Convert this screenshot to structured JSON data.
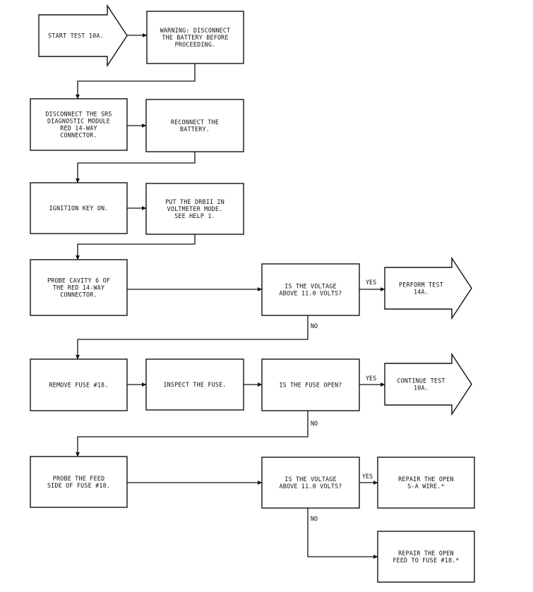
{
  "diagram": {
    "nodes": {
      "start": {
        "shape": "arrow",
        "lines": [
          "START TEST 10A."
        ]
      },
      "warning": {
        "shape": "box",
        "lines": [
          "WARNING:  DISCONNECT",
          "THE BATTERY BEFORE",
          "PROCEEDING."
        ]
      },
      "disconnect": {
        "shape": "box",
        "lines": [
          "DISCONNECT THE SRS",
          "DIAGNOSTIC MODULE",
          "RED 14-WAY",
          "CONNECTOR."
        ]
      },
      "reconnect": {
        "shape": "box",
        "lines": [
          "RECONNECT THE",
          "BATTERY."
        ]
      },
      "ignition": {
        "shape": "box",
        "lines": [
          "IGNITION KEY ON."
        ]
      },
      "drbii": {
        "shape": "box",
        "lines": [
          "PUT THE DRBII IN",
          "VOLTMETER MODE.",
          "SEE HELP 1."
        ]
      },
      "probe6": {
        "shape": "box",
        "lines": [
          "PROBE CAVITY 6 OF",
          "THE RED 14-WAY",
          "CONNECTOR."
        ]
      },
      "q_volt1": {
        "shape": "box",
        "lines": [
          "IS THE VOLTAGE",
          "ABOVE 11.0 VOLTS?"
        ]
      },
      "test14a": {
        "shape": "arrow",
        "lines": [
          "PERFORM TEST",
          "14A."
        ]
      },
      "remove_fuse": {
        "shape": "box",
        "lines": [
          "REMOVE FUSE #18."
        ]
      },
      "inspect": {
        "shape": "box",
        "lines": [
          "INSPECT THE FUSE."
        ]
      },
      "q_fuse": {
        "shape": "box",
        "lines": [
          "IS THE FUSE OPEN?"
        ]
      },
      "continue10a": {
        "shape": "arrow",
        "lines": [
          "CONTINUE TEST",
          "10A."
        ]
      },
      "probe_feed": {
        "shape": "box",
        "lines": [
          "PROBE THE FEED",
          "SIDE OF FUSE #18."
        ]
      },
      "q_volt2": {
        "shape": "box",
        "lines": [
          "IS THE VOLTAGE",
          "ABOVE 11.0 VOLTS?"
        ]
      },
      "repair_sa": {
        "shape": "box",
        "lines": [
          "REPAIR THE OPEN",
          "S-A WIRE.*"
        ]
      },
      "repair_feed": {
        "shape": "box",
        "lines": [
          "REPAIR THE OPEN",
          "FEED TO FUSE #18.*"
        ]
      }
    },
    "edges": [
      {
        "id": "e1",
        "from": "start",
        "to": "warning",
        "label": ""
      },
      {
        "id": "e2",
        "from": "warning",
        "to": "disconnect",
        "label": ""
      },
      {
        "id": "e3",
        "from": "disconnect",
        "to": "reconnect",
        "label": ""
      },
      {
        "id": "e4",
        "from": "reconnect",
        "to": "ignition",
        "label": ""
      },
      {
        "id": "e5",
        "from": "ignition",
        "to": "drbii",
        "label": ""
      },
      {
        "id": "e6",
        "from": "drbii",
        "to": "probe6",
        "label": ""
      },
      {
        "id": "e7",
        "from": "probe6",
        "to": "q_volt1",
        "label": ""
      },
      {
        "id": "e8",
        "from": "q_volt1",
        "to": "test14a",
        "label": "YES"
      },
      {
        "id": "e9",
        "from": "q_volt1",
        "to": "remove_fuse",
        "label": "NO"
      },
      {
        "id": "e10",
        "from": "remove_fuse",
        "to": "inspect",
        "label": ""
      },
      {
        "id": "e11",
        "from": "inspect",
        "to": "q_fuse",
        "label": ""
      },
      {
        "id": "e12",
        "from": "q_fuse",
        "to": "continue10a",
        "label": "YES"
      },
      {
        "id": "e13",
        "from": "q_fuse",
        "to": "probe_feed",
        "label": "NO"
      },
      {
        "id": "e14",
        "from": "probe_feed",
        "to": "q_volt2",
        "label": ""
      },
      {
        "id": "e15",
        "from": "q_volt2",
        "to": "repair_sa",
        "label": "YES"
      },
      {
        "id": "e16",
        "from": "q_volt2",
        "to": "repair_feed",
        "label": "NO"
      }
    ]
  }
}
